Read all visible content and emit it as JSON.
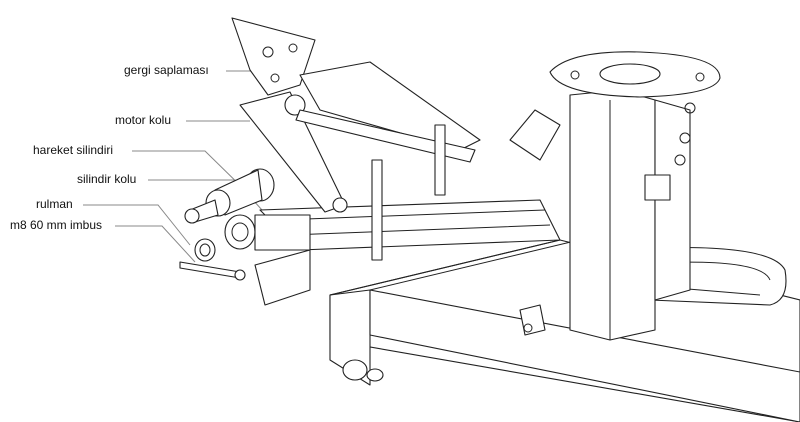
{
  "labels": {
    "gergi": "gergi saplaması",
    "motor": "motor kolu",
    "hareket": "hareket silindiri",
    "silindir_kolu": "silindir kolu",
    "rulman": "rulman",
    "imbus": "m8 60 mm imbus"
  }
}
